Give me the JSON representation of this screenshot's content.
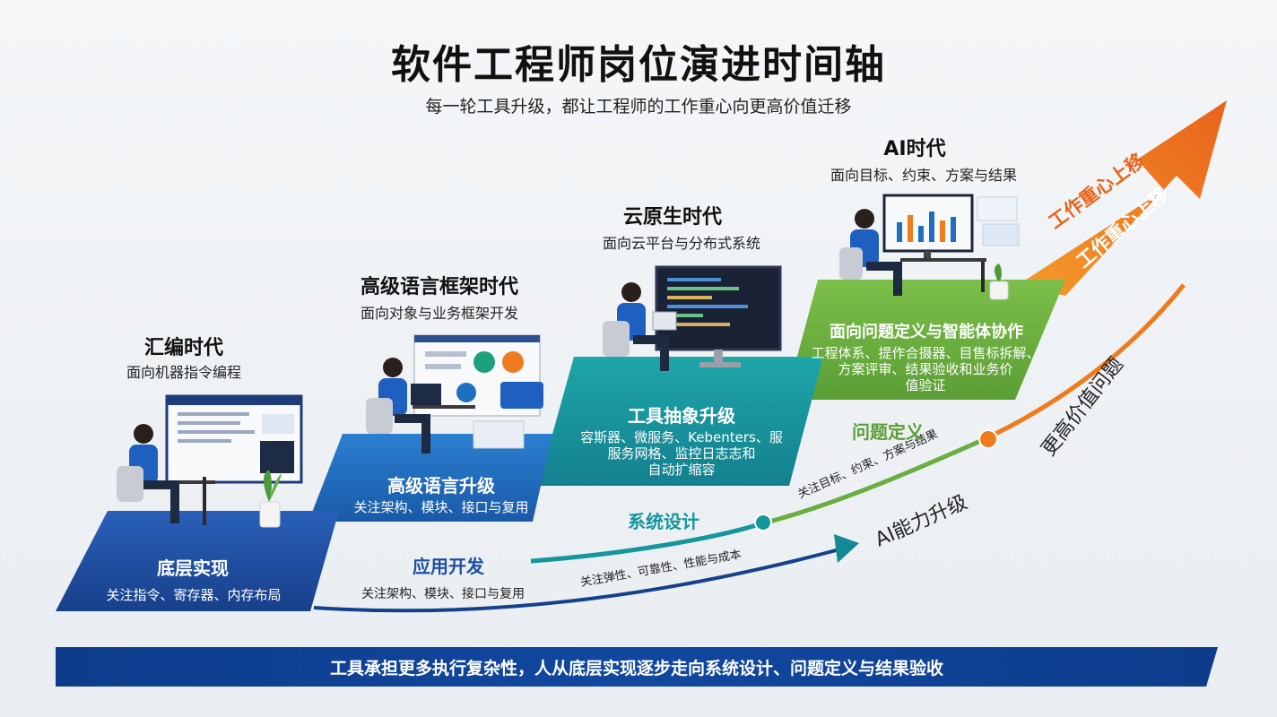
{
  "title": "软件工程师岗位演进时间轴",
  "subtitle": "每一轮工具升级，都让工程师的工作重心向更高价值迁移",
  "eras": [
    {
      "title": "汇编时代",
      "desc": "面向机器指令编程",
      "step_title": "底层实现",
      "step_desc": "关注指令、寄存器、内存布局"
    },
    {
      "title": "高级语言框架时代",
      "desc": "面向对象与业务框架开发",
      "step_title": "高级语言升级",
      "step_desc": "关注架构、模块、接口与复用"
    },
    {
      "title": "云原生时代",
      "desc": "面向云平台与分布式系统",
      "step_title": "工具抽象升级",
      "step_desc_1": "容斯器、微服务、Kebenters、服",
      "step_desc_2": "服务网格、监控日志志和",
      "step_desc_3": "自动扩缩容"
    },
    {
      "title": "AI时代",
      "desc": "面向目标、约束、方案与结果",
      "step_title": "面向问题定义与智能体协作",
      "step_desc_1": "工程体系、提作合摄器、目售标拆解、",
      "step_desc_2": "方案评审、结果验收和业务价",
      "step_desc_3": "值验证"
    }
  ],
  "curve": {
    "app_dev": "应用开发",
    "app_dev_note": "关注架构、模块、接口与复用",
    "sys_design": "系统设计",
    "sys_design_note": "关注弹性、可靠性、性能与成本",
    "problem_def": "问题定义",
    "problem_def_note": "关注目标、约束、方案与结果",
    "ai_upgrade": "AI能力升级",
    "higher_value": "更高价值问题"
  },
  "arrow": {
    "label_1": "工作重心上移",
    "label_2": "工作重心上移"
  },
  "banner": "工具承担更多执行复杂性，人从底层实现逐步走向系统设计、问题定义与结果验收",
  "colors": {
    "step1": "#1f4fa3",
    "step2": "#1e6fc0",
    "step3": "#16959d",
    "step4": "#6aae3f",
    "arrow": "#ee7b1d",
    "banner": "#0d3c8c"
  }
}
